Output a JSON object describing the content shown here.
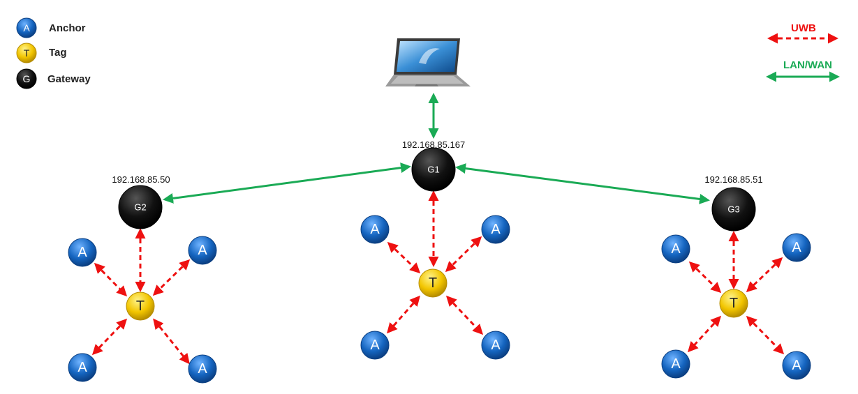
{
  "legend": {
    "anchor": {
      "symbol": "A",
      "label": "Anchor"
    },
    "tag": {
      "symbol": "T",
      "label": "Tag"
    },
    "gateway": {
      "symbol": "G",
      "label": "Gateway"
    },
    "uwb_label": "UWB",
    "lan_label": "LAN/WAN"
  },
  "gateways": [
    {
      "id": "G1",
      "ip": "192.168.85.167"
    },
    {
      "id": "G2",
      "ip": "192.168.85.50"
    },
    {
      "id": "G3",
      "ip": "192.168.85.51"
    }
  ],
  "anchor_label": "A",
  "tag_label": "T",
  "device": {
    "icon": "laptop-icon"
  },
  "colors": {
    "anchor": "#1565c0",
    "tag": "#f2c500",
    "gateway": "#111111",
    "uwb": "#ee1111",
    "lan": "#1aaa55"
  }
}
